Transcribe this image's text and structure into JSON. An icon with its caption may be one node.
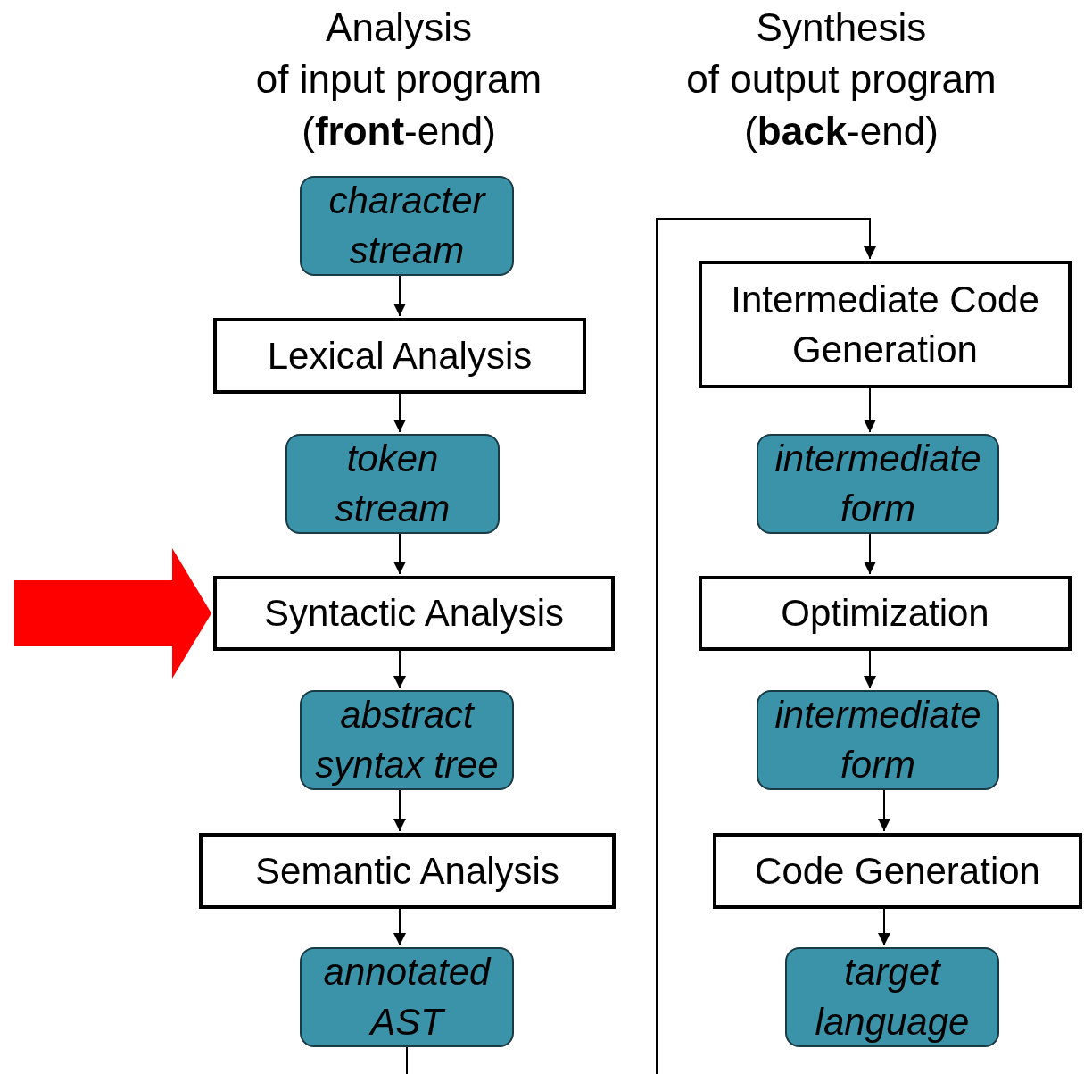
{
  "diagram": {
    "nodes": [
      {
        "text": [
          "character stream"
        ]
      },
      {
        "text": [
          "Lexical Analysis"
        ]
      },
      {
        "text": [
          "token stream"
        ]
      },
      {
        "text": [
          "Syntactic Analysis"
        ]
      },
      {
        "text": [
          "abstract syntax tree"
        ]
      },
      {
        "text": [
          "Semantic Analysis"
        ]
      },
      {
        "text": [
          "annotated AST"
        ]
      },
      {
        "text": [
          "Intermediate Code Generation"
        ]
      },
      {
        "text": [
          "intermediate form"
        ]
      },
      {
        "text": [
          "Optimization"
        ]
      },
      {
        "text": [
          "intermediate form"
        ]
      },
      {
        "text": [
          "Code Generation"
        ]
      },
      {
        "text": [
          "target language"
        ]
      }
    ],
    "edges": [
      {
        "from": 0,
        "to": 1,
        "arrow": "to"
      },
      {
        "from": 1,
        "to": 2,
        "arrow": "to"
      },
      {
        "from": 2,
        "to": 3,
        "arrow": "to"
      },
      {
        "from": 3,
        "to": 4,
        "arrow": "to"
      },
      {
        "from": 4,
        "to": 5,
        "arrow": "to"
      },
      {
        "from": 5,
        "to": 6,
        "arrow": "to"
      },
      {
        "from": 6,
        "to": 7,
        "arrow": "to"
      },
      {
        "from": 7,
        "to": 8,
        "arrow": "to"
      },
      {
        "from": 8,
        "to": 9,
        "arrow": "to"
      },
      {
        "from": 9,
        "to": 10,
        "arrow": "to"
      },
      {
        "from": 10,
        "to": 11,
        "arrow": "to"
      },
      {
        "from": 11,
        "to": 12,
        "arrow": "to"
      },
      {
        "from": null,
        "to": 3,
        "arrow": "to",
        "style": "thick",
        "color": "#ff0000"
      }
    ],
    "labels": [
      "Analysis",
      "of input program",
      "(**front**-end)",
      "Synthesis",
      "of output program",
      "(**back**-end)"
    ]
  }
}
